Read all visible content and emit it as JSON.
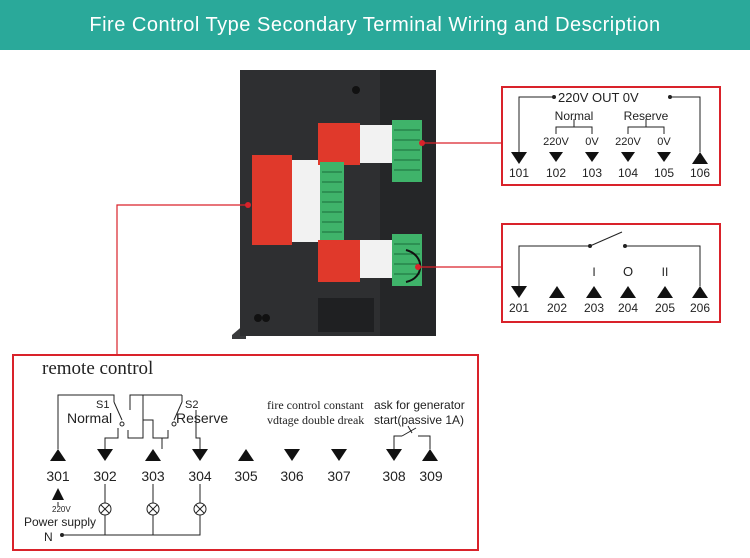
{
  "header": {
    "title": "Fire Control Type Secondary Terminal Wiring and Description"
  },
  "colors": {
    "header_bg": "#2aa99a",
    "frame_red": "#d9222a",
    "device_body": "#2e2f31",
    "terminal_green": "#3fb36a",
    "label_red": "#e0392b"
  },
  "box1": {
    "top_label": "220V   OUT   0V",
    "normal_label": "Normal",
    "reserve_label": "Reserve",
    "sub_labels": [
      "220V",
      "0V",
      "220V",
      "0V"
    ],
    "terminals": [
      "101",
      "102",
      "103",
      "104",
      "105",
      "106"
    ]
  },
  "box2": {
    "mode_symbols": [
      "I",
      "O",
      "II"
    ],
    "terminals": [
      "201",
      "202",
      "203",
      "204",
      "205",
      "206"
    ]
  },
  "box3": {
    "title": "remote control",
    "s1_label": "S1",
    "s2_label": "S2",
    "normal_label": "Normal",
    "reserve_label": "Reserve",
    "fire_line1": "fire control constant",
    "fire_line2": "vdtage double dreak",
    "gen_line1": "ask for generator",
    "gen_line2": "start(passive 1A)",
    "supply_voltage": "220V",
    "supply_label": "Power supply",
    "neutral_label": "N",
    "terminals": [
      "301",
      "302",
      "303",
      "304",
      "305",
      "306",
      "307",
      "308",
      "309"
    ]
  }
}
